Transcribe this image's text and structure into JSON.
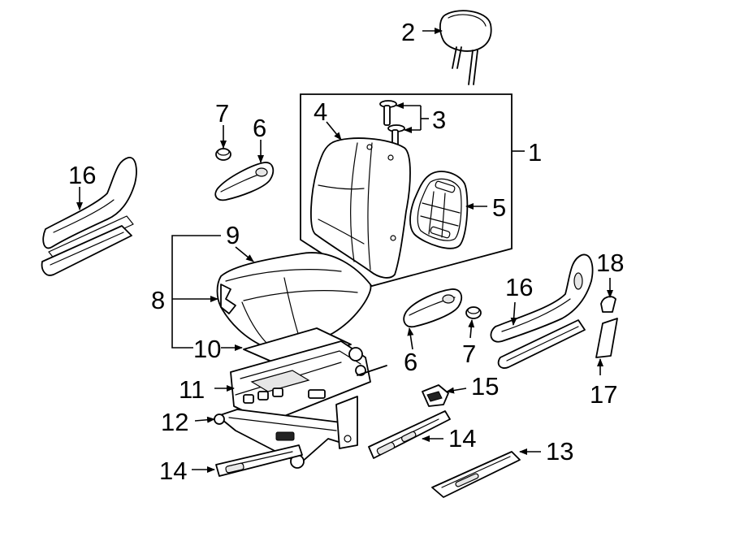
{
  "diagram": {
    "type": "exploded parts diagram",
    "callouts": [
      {
        "id": "c1",
        "label": "1"
      },
      {
        "id": "c2",
        "label": "2"
      },
      {
        "id": "c3",
        "label": "3"
      },
      {
        "id": "c4",
        "label": "4"
      },
      {
        "id": "c5",
        "label": "5"
      },
      {
        "id": "c6a",
        "label": "6"
      },
      {
        "id": "c6b",
        "label": "6"
      },
      {
        "id": "c7a",
        "label": "7"
      },
      {
        "id": "c7b",
        "label": "7"
      },
      {
        "id": "c8",
        "label": "8"
      },
      {
        "id": "c9",
        "label": "9"
      },
      {
        "id": "c10",
        "label": "10"
      },
      {
        "id": "c11",
        "label": "11"
      },
      {
        "id": "c12",
        "label": "12"
      },
      {
        "id": "c13",
        "label": "13"
      },
      {
        "id": "c14a",
        "label": "14"
      },
      {
        "id": "c14b",
        "label": "14"
      },
      {
        "id": "c15",
        "label": "15"
      },
      {
        "id": "c16a",
        "label": "16"
      },
      {
        "id": "c16b",
        "label": "16"
      },
      {
        "id": "c17",
        "label": "17"
      },
      {
        "id": "c18",
        "label": "18"
      }
    ]
  }
}
